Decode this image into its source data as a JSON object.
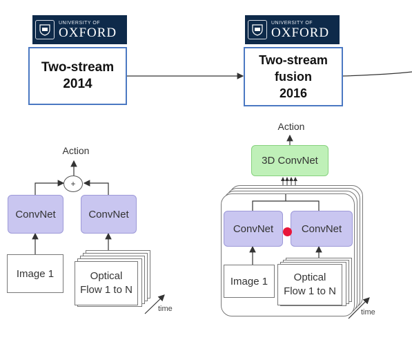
{
  "logos": {
    "university_of": "UNIVERSITY OF",
    "oxford": "OXFORD"
  },
  "timeline": {
    "left_title": [
      "Two-stream",
      "2014"
    ],
    "right_title": [
      "Two-stream",
      "fusion",
      "2016"
    ]
  },
  "left_diagram": {
    "action": "Action",
    "plus": "+",
    "convnet_a": "ConvNet",
    "convnet_b": "ConvNet",
    "image": "Image 1",
    "optical": [
      "Optical",
      "Flow 1 to N"
    ],
    "time": "time"
  },
  "right_diagram": {
    "action": "Action",
    "conv3d": "3D ConvNet",
    "convnet_a": "ConvNet",
    "convnet_b": "ConvNet",
    "image": "Image 1",
    "optical": [
      "Optical",
      "Flow 1 to N"
    ],
    "time": "time"
  },
  "colors": {
    "oxford_blue": "#0e2a4a",
    "title_border": "#4a78c2",
    "convnet_fill": "#c9c6f0",
    "conv3d_fill": "#bff0b8",
    "fusion_dot": "#e8173a"
  }
}
